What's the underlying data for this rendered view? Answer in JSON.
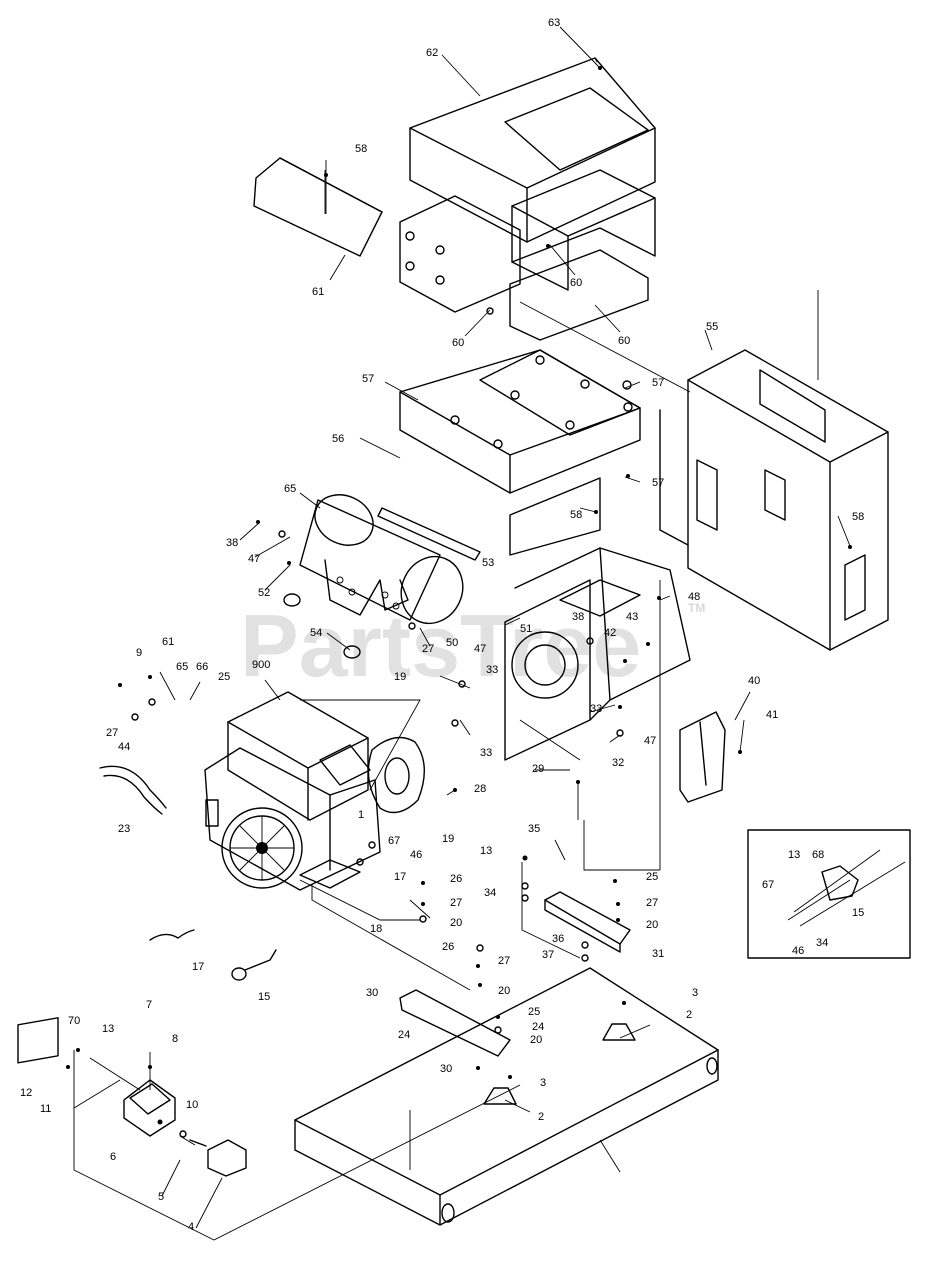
{
  "watermark": {
    "text": "PartsTree",
    "tm": "TM"
  },
  "callouts": [
    {
      "id": "c63",
      "text": "63"
    },
    {
      "id": "c62",
      "text": "62"
    },
    {
      "id": "c58a",
      "text": "58"
    },
    {
      "id": "c61a",
      "text": "61"
    },
    {
      "id": "c60a",
      "text": "60"
    },
    {
      "id": "c60b",
      "text": "60"
    },
    {
      "id": "c60c",
      "text": "60"
    },
    {
      "id": "c55",
      "text": "55"
    },
    {
      "id": "c57a",
      "text": "57"
    },
    {
      "id": "c57b",
      "text": "57"
    },
    {
      "id": "c57c",
      "text": "57"
    },
    {
      "id": "c56",
      "text": "56"
    },
    {
      "id": "c58b",
      "text": "58"
    },
    {
      "id": "c58c",
      "text": "58"
    },
    {
      "id": "c65a",
      "text": "65"
    },
    {
      "id": "c38a",
      "text": "38"
    },
    {
      "id": "c47a",
      "text": "47"
    },
    {
      "id": "c52",
      "text": "52"
    },
    {
      "id": "c53",
      "text": "53"
    },
    {
      "id": "c48",
      "text": "48"
    },
    {
      "id": "c51",
      "text": "51"
    },
    {
      "id": "c38b",
      "text": "38"
    },
    {
      "id": "c42",
      "text": "42"
    },
    {
      "id": "c43",
      "text": "43"
    },
    {
      "id": "c54",
      "text": "54"
    },
    {
      "id": "c27a",
      "text": "27"
    },
    {
      "id": "c50",
      "text": "50"
    },
    {
      "id": "c47b",
      "text": "47"
    },
    {
      "id": "c19a",
      "text": "19"
    },
    {
      "id": "c33a",
      "text": "33"
    },
    {
      "id": "c9",
      "text": "9"
    },
    {
      "id": "c61b",
      "text": "61"
    },
    {
      "id": "c65b",
      "text": "65"
    },
    {
      "id": "c66",
      "text": "66"
    },
    {
      "id": "c25a",
      "text": "25"
    },
    {
      "id": "c900",
      "text": "900"
    },
    {
      "id": "c27b",
      "text": "27"
    },
    {
      "id": "c44",
      "text": "44"
    },
    {
      "id": "c33b",
      "text": "33"
    },
    {
      "id": "c33c",
      "text": "33"
    },
    {
      "id": "c47c",
      "text": "47"
    },
    {
      "id": "c32",
      "text": "32"
    },
    {
      "id": "c40",
      "text": "40"
    },
    {
      "id": "c41",
      "text": "41"
    },
    {
      "id": "c23",
      "text": "23"
    },
    {
      "id": "c19b",
      "text": "19"
    },
    {
      "id": "c28",
      "text": "28"
    },
    {
      "id": "c29",
      "text": "29"
    },
    {
      "id": "c67a",
      "text": "67"
    },
    {
      "id": "c46a",
      "text": "46"
    },
    {
      "id": "c35",
      "text": "35"
    },
    {
      "id": "c13a",
      "text": "13"
    },
    {
      "id": "c17a",
      "text": "17"
    },
    {
      "id": "c26a",
      "text": "26"
    },
    {
      "id": "c27c",
      "text": "27"
    },
    {
      "id": "c20a",
      "text": "20"
    },
    {
      "id": "c18",
      "text": "18"
    },
    {
      "id": "c34a",
      "text": "34"
    },
    {
      "id": "c25b",
      "text": "25"
    },
    {
      "id": "c27d",
      "text": "27"
    },
    {
      "id": "c20b",
      "text": "20"
    },
    {
      "id": "c36",
      "text": "36"
    },
    {
      "id": "c37",
      "text": "37"
    },
    {
      "id": "c31",
      "text": "31"
    },
    {
      "id": "c17b",
      "text": "17"
    },
    {
      "id": "c15a",
      "text": "15"
    },
    {
      "id": "c26b",
      "text": "26"
    },
    {
      "id": "c27e",
      "text": "27"
    },
    {
      "id": "c20c",
      "text": "20"
    },
    {
      "id": "c30a",
      "text": "30"
    },
    {
      "id": "c25c",
      "text": "25"
    },
    {
      "id": "c24a",
      "text": "24"
    },
    {
      "id": "c20d",
      "text": "20"
    },
    {
      "id": "c3a",
      "text": "3"
    },
    {
      "id": "c2a",
      "text": "2"
    },
    {
      "id": "c24b",
      "text": "24"
    },
    {
      "id": "c30b",
      "text": "30"
    },
    {
      "id": "c3b",
      "text": "3"
    },
    {
      "id": "c2b",
      "text": "2"
    },
    {
      "id": "c70",
      "text": "70"
    },
    {
      "id": "c13b",
      "text": "13"
    },
    {
      "id": "c7",
      "text": "7"
    },
    {
      "id": "c8",
      "text": "8"
    },
    {
      "id": "c12",
      "text": "12"
    },
    {
      "id": "c11",
      "text": "11"
    },
    {
      "id": "c10",
      "text": "10"
    },
    {
      "id": "c6",
      "text": "6"
    },
    {
      "id": "c5",
      "text": "5"
    },
    {
      "id": "c4",
      "text": "4"
    },
    {
      "id": "c1",
      "text": "1"
    },
    {
      "id": "i13",
      "text": "13"
    },
    {
      "id": "i68",
      "text": "68"
    },
    {
      "id": "i67",
      "text": "67"
    },
    {
      "id": "i15",
      "text": "15"
    },
    {
      "id": "i34",
      "text": "34"
    },
    {
      "id": "i46",
      "text": "46"
    }
  ]
}
